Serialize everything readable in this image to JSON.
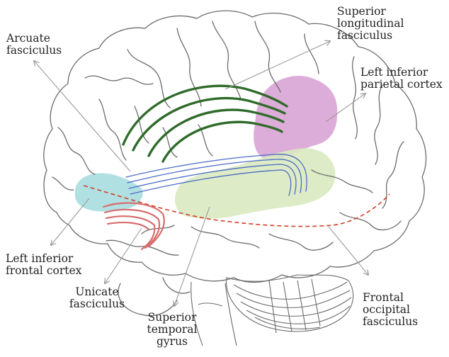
{
  "labels": {
    "arcuate": "Arcuate\nfasciculus",
    "superior_longitudinal": "Superior\nlongitudinal\nfasciculus",
    "left_inferior_parietal": "Left inferior\nparietal cortex",
    "left_inferior_frontal": "Left inferior\nfrontal cortex",
    "unicate": "Unicate\nfasciculus",
    "superior_temporal": "Superior\ntemporal\ngyrus",
    "frontal_occipital": "Frontal\noccipital\nfasciculus"
  },
  "colors": {
    "outline": "#6b6b6b",
    "pointer": "#9a9a9a",
    "arcuate_tract": "#4a6bc4",
    "slf_tract": "#2f6b2a",
    "unicate_tract": "#d76e6e",
    "fof_tract": "#d0402a",
    "frontal_region": "#a9dde0",
    "temporal_region": "#d9e9c0",
    "parietal_region": "#d79fd2"
  }
}
